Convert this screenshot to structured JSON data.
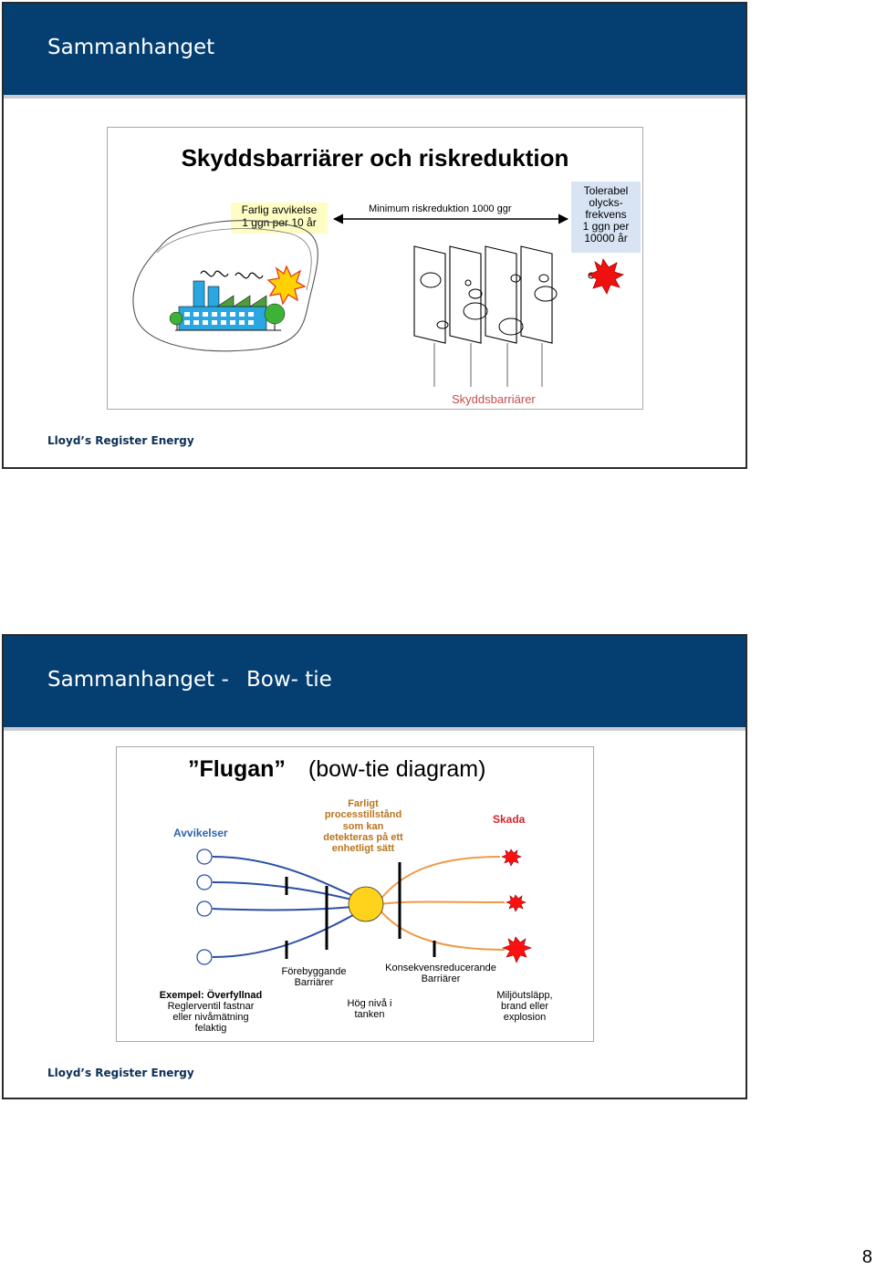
{
  "slide1": {
    "header_title": "Sammanhanget",
    "content_title": "Skyddsbarriärer och riskreduktion",
    "hazard_line1": "Farlig avvikelse",
    "hazard_line2": "1 ggn per 10 år",
    "reduction_label": "Minimum riskreduktion 1000 ggr",
    "tolerable_line1": "Tolerabel",
    "tolerable_line2": "olycks-",
    "tolerable_line3": "frekvens",
    "tolerable_line4": "1 ggn per",
    "tolerable_line5": "10000 år",
    "barriers_label": "Skyddsbarriärer",
    "footer": "Lloyd’s Register Energy"
  },
  "slide2": {
    "header_title_part1": "Sammanhanget -",
    "header_title_part2": "Bow- tie",
    "title_strong": "”Flugan”",
    "title_rest": "(bow-tie diagram)",
    "avvikelser": "Avvikelser",
    "center_line1": "Farligt",
    "center_line2": "processtillstånd",
    "center_line3": "som kan",
    "center_line4": "detekteras på ett",
    "center_line5": "enhetligt sätt",
    "skada": "Skada",
    "example_bold": "Exempel: Överfyllnad",
    "example_line2": "Reglerventil fastnar",
    "example_line3": "eller nivåmätning",
    "example_line4": "felaktig",
    "prevent_line1": "Förebyggande",
    "prevent_line2": "Barriärer",
    "level_line1": "Hög nivå i",
    "level_line2": "tanken",
    "conseq_line1": "Konsekvensreducerande",
    "conseq_line2": "Barriärer",
    "outcome_line1": "Miljöutsläpp,",
    "outcome_line2": "brand eller",
    "outcome_line3": "explosion",
    "footer": "Lloyd’s Register Energy"
  },
  "page_number": "8",
  "colors": {
    "header_blue": "#053f71",
    "hazard_box": "#fefec4",
    "tolerable_box": "#d8e4f4",
    "barrier_text": "#c0504d",
    "avvikelser_blue": "#2f63ad",
    "center_orange": "#b8741f",
    "skada_red": "#cf2630",
    "deviation_lines": "#2b4fa8",
    "consequence_lines": "#ee9a47",
    "top_event": "#ffd21c",
    "burst_red": "#ff1010"
  }
}
